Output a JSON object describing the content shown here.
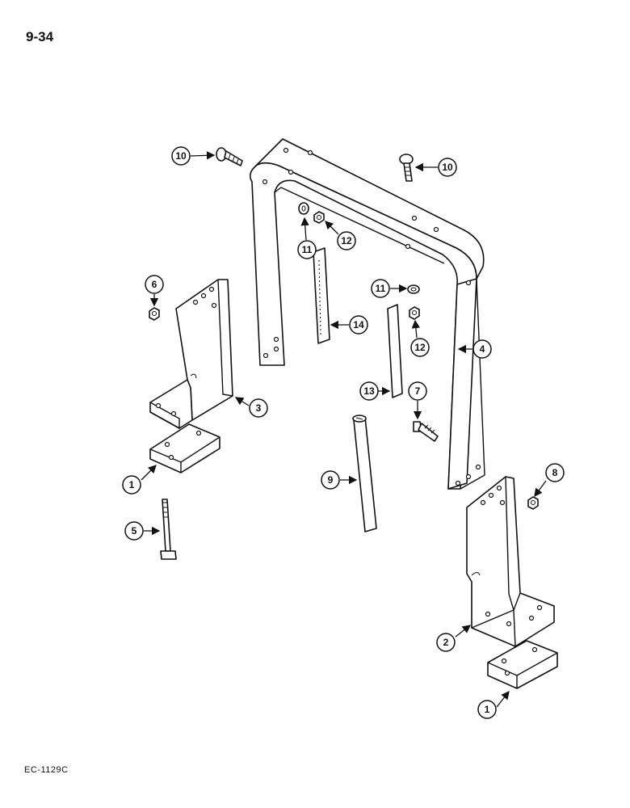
{
  "page_number": "9-34",
  "reference_code": "EC-1129C",
  "callouts": [
    "1",
    "2",
    "3",
    "4",
    "5",
    "6",
    "7",
    "8",
    "9",
    "10",
    "11",
    "12",
    "13",
    "14"
  ]
}
